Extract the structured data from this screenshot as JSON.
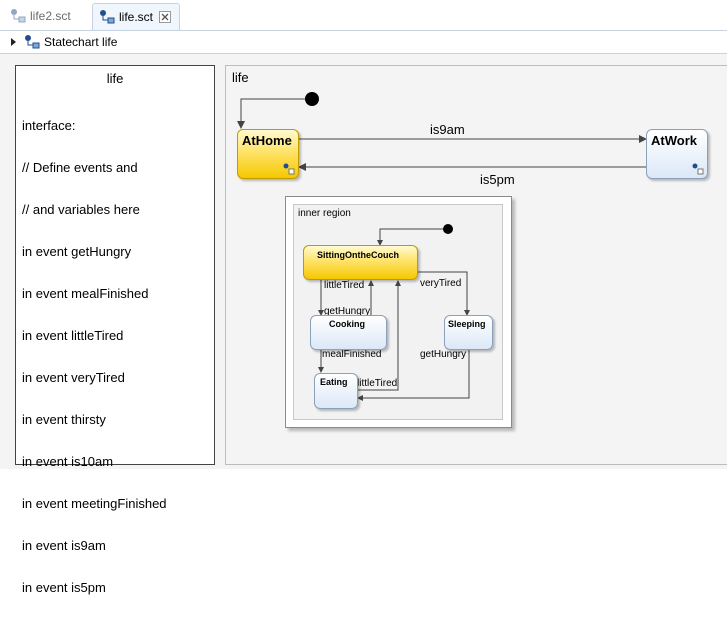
{
  "tabs": [
    {
      "label": "life2.sct"
    },
    {
      "label": "life.sct"
    }
  ],
  "breadcrumb": {
    "label": "Statechart life"
  },
  "definition": {
    "title": "life",
    "lines": [
      "interface:",
      "// Define events and",
      "// and variables here",
      "in event getHungry",
      "in event mealFinished",
      "in event littleTired",
      "in event veryTired",
      "in event thirsty",
      "in event is10am",
      "in event meetingFinished",
      "in event is9am",
      "in event is5pm"
    ]
  },
  "region": {
    "label": "life"
  },
  "states": {
    "athome": "AtHome",
    "atwork": "AtWork",
    "inner_region": "inner region",
    "sitting": "SittingOntheCouch",
    "cooking": "Cooking",
    "sleeping": "Sleeping",
    "eating": "Eating"
  },
  "transitions": {
    "is9am": "is9am",
    "is5pm": "is5pm",
    "littleTired_1": "littleTired",
    "getHungry_1": "getHungry",
    "veryTired": "veryTired",
    "mealFinished": "mealFinished",
    "getHungry_2": "getHungry",
    "littleTired_2": "littleTired"
  },
  "colors": {
    "active_state": "#ffe36a",
    "normal_state": "#dbe8f7"
  }
}
